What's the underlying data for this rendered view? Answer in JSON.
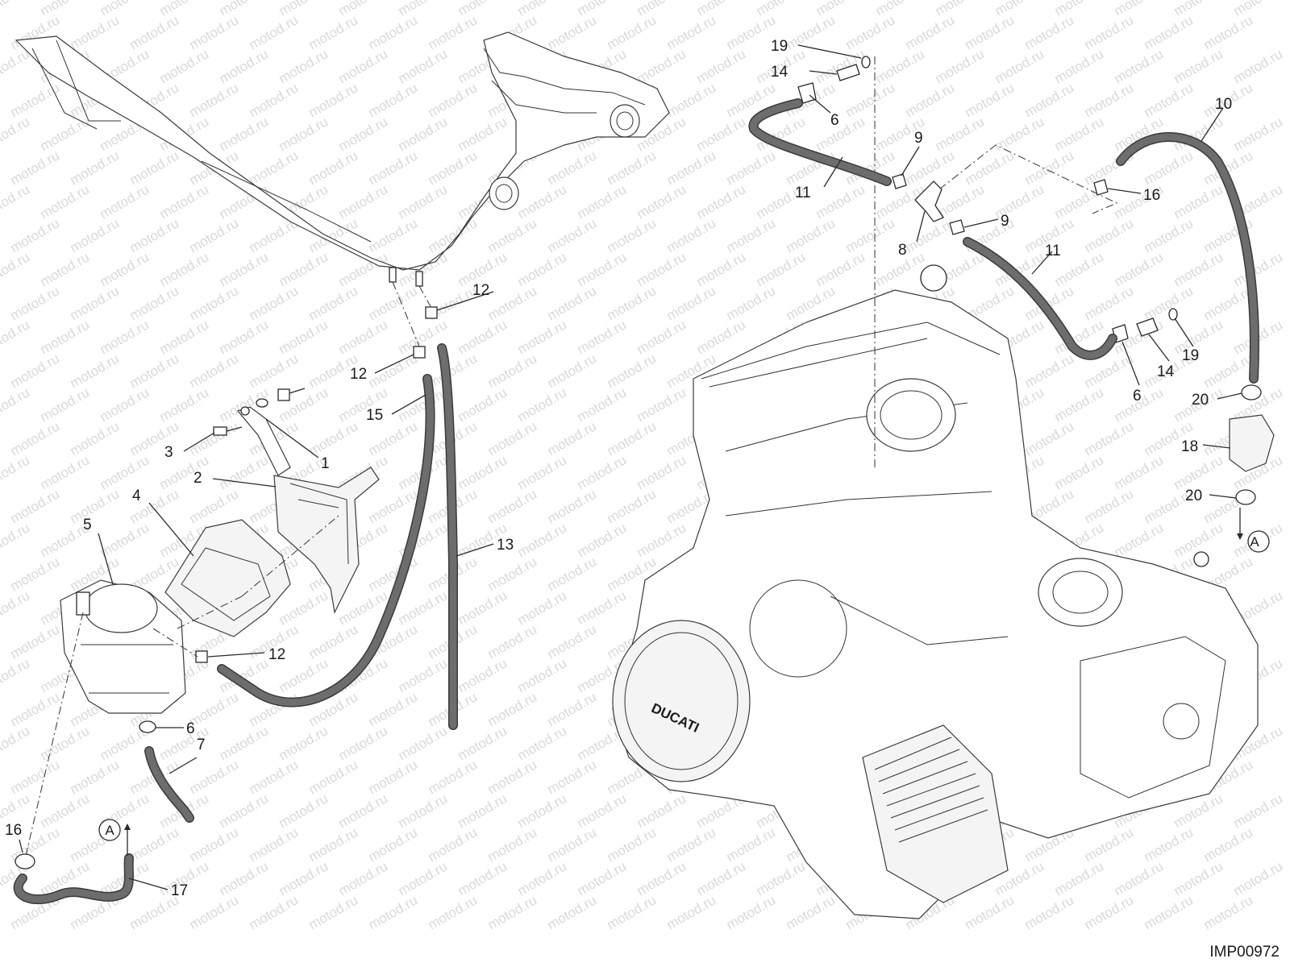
{
  "diagram": {
    "code": "IMP00972",
    "watermark": "motod.ru",
    "brand": "DUCATI",
    "view_ref": "A",
    "callouts": {
      "c19a": "19",
      "c14a": "14",
      "c6a": "6",
      "c9a": "9",
      "c11a": "11",
      "c8": "8",
      "c9b": "9",
      "c11b": "11",
      "c10": "10",
      "c16a": "16",
      "c6b": "6",
      "c14b": "14",
      "c19b": "19",
      "c20a": "20",
      "c18": "18",
      "c20b": "20",
      "c12a": "12",
      "c12b": "12",
      "c15": "15",
      "c3": "3",
      "c1": "1",
      "c2": "2",
      "c4": "4",
      "c5": "5",
      "c13": "13",
      "c12c": "12",
      "c6c": "6",
      "c7": "7",
      "c16b": "16",
      "c17": "17"
    }
  },
  "colors": {
    "line": "#2a2a2a",
    "hose": "#3a3a3a",
    "watermark": "#d9d9d9",
    "background": "#ffffff"
  }
}
